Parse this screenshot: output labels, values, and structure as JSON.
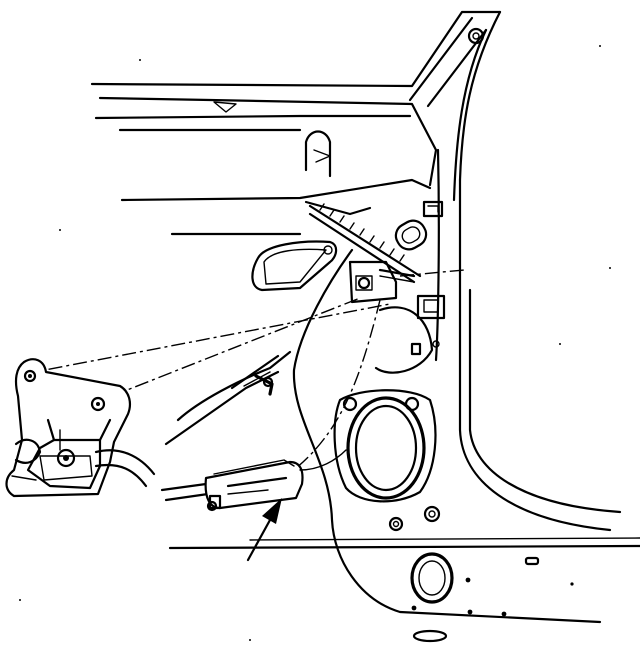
{
  "diagram": {
    "description_free": true,
    "components": {
      "door_panel": "door-inner-panel",
      "latch": "door-latch-assembly",
      "connector": "wiring-connector",
      "arrow": "callout-arrow"
    }
  }
}
